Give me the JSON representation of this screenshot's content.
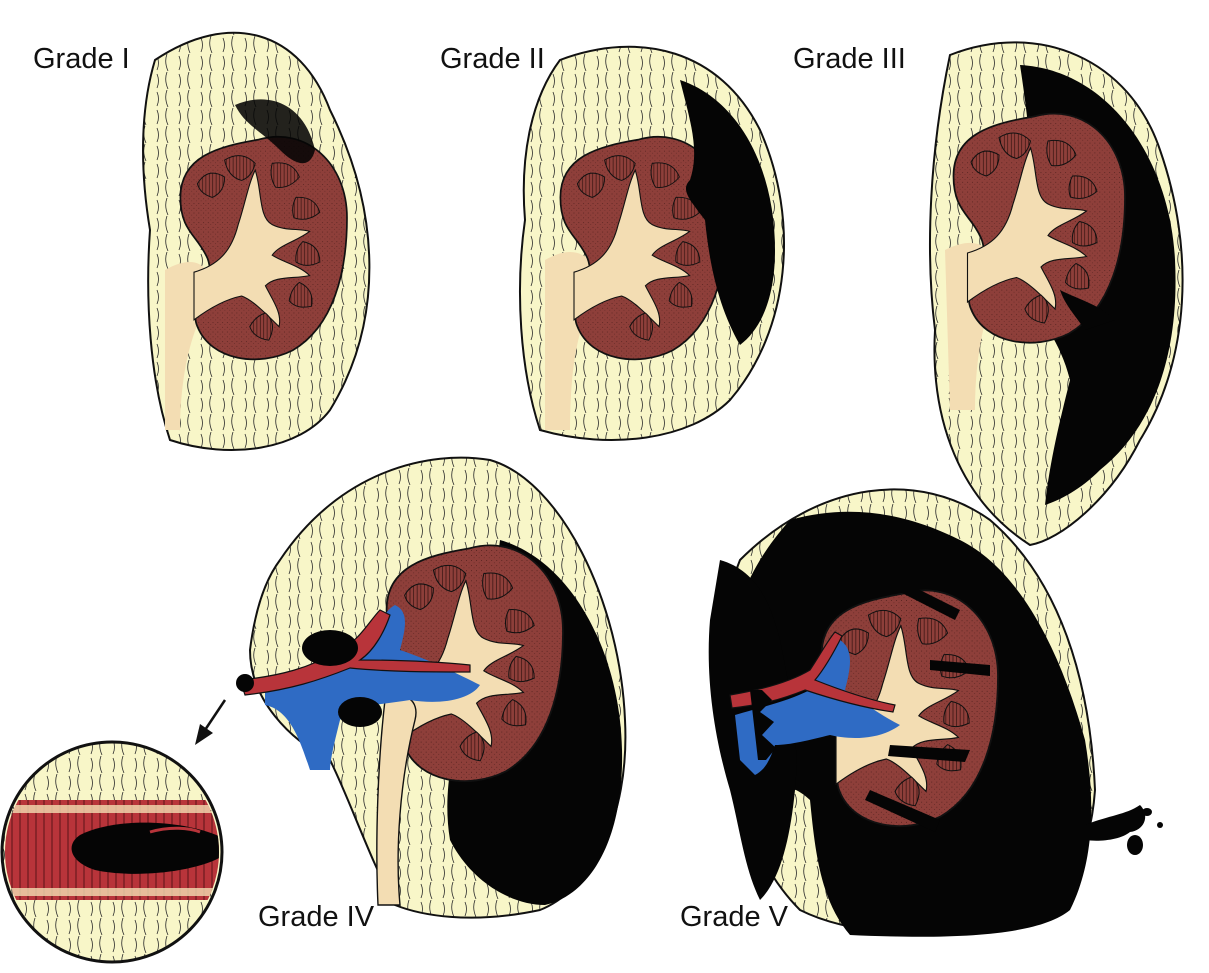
{
  "figure": {
    "panels": [
      {
        "id": "grade-1",
        "label": "Grade I"
      },
      {
        "id": "grade-2",
        "label": "Grade II"
      },
      {
        "id": "grade-3",
        "label": "Grade III"
      },
      {
        "id": "grade-4",
        "label": "Grade IV"
      },
      {
        "id": "grade-5",
        "label": "Grade V"
      }
    ]
  },
  "colors": {
    "fat": "#f8f6c8",
    "parenchyma": "#8e3f3a",
    "pelvis": "#f3ddb3",
    "hematoma": "#050505",
    "artery": "#b8343a",
    "vein": "#2f6bc4",
    "outline": "#111111"
  }
}
